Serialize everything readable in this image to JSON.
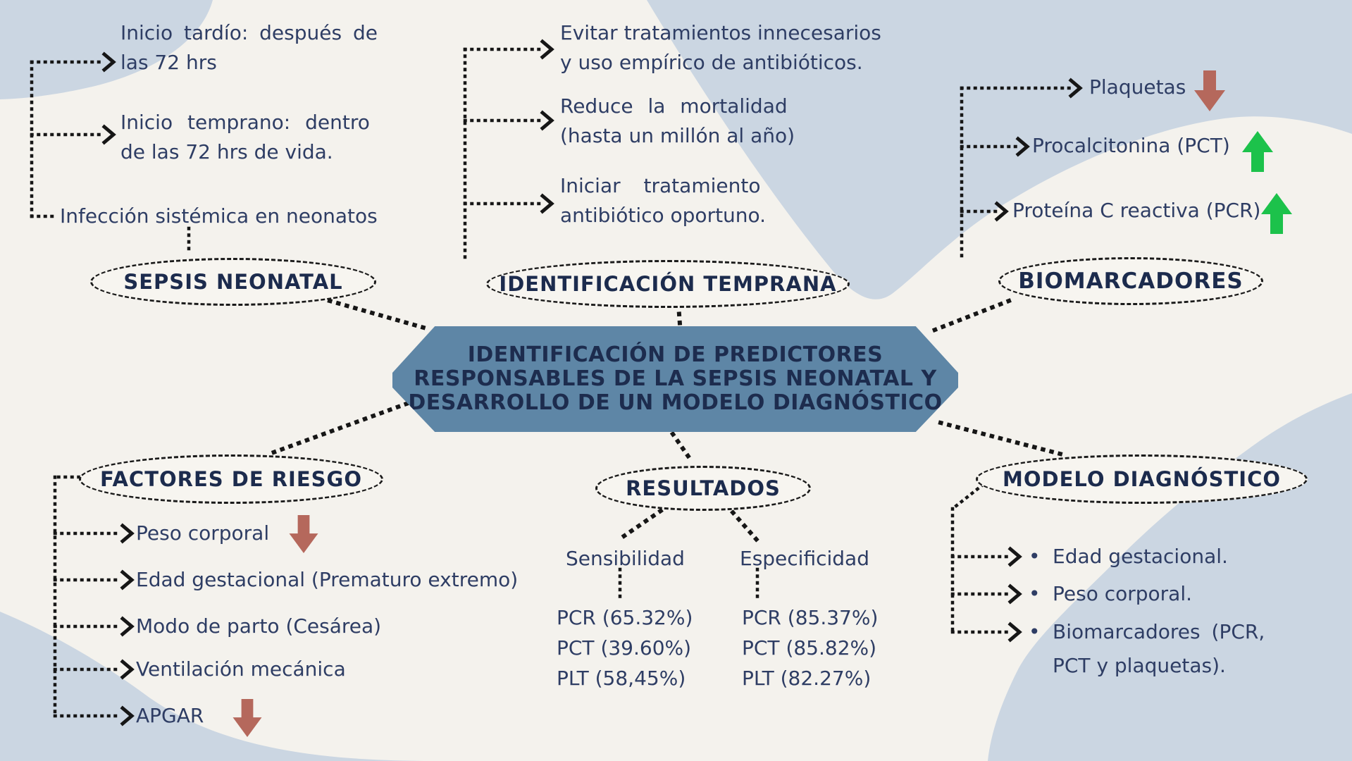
{
  "meta": {
    "kind": "mind-map infographic",
    "language": "es"
  },
  "colors": {
    "background": "#f4f2ed",
    "blob": "#cbd6e2",
    "hexagon_fill": "#5e86a6",
    "heading_text": "#1c2b4d",
    "body_text": "#2e3d64",
    "connector": "#161616",
    "trend_up": "#1cc24b",
    "trend_down": "#b5685c"
  },
  "center": {
    "title_line1": "IDENTIFICACIÓN DE PREDICTORES",
    "title_line2": "RESPONSABLES DE LA SEPSIS NEONATAL Y",
    "title_line3": "DESARROLLO DE UN MODELO DIAGNÓSTICO"
  },
  "bullet": "•",
  "nodes": {
    "sepsis": {
      "label": "SEPSIS NEONATAL",
      "items": [
        {
          "lines": [
            "Inicio tardío: después de",
            "las 72 hrs"
          ]
        },
        {
          "lines": [
            "Inicio temprano: dentro",
            "de las 72 hrs de vida."
          ]
        },
        {
          "lines": [
            "Infección sistémica en neonatos"
          ]
        }
      ]
    },
    "identificacion": {
      "label": "IDENTIFICACIÓN TEMPRANA",
      "items": [
        {
          "lines": [
            "Evitar tratamientos innecesarios",
            "y uso empírico de antibióticos."
          ]
        },
        {
          "lines": [
            "Reduce la mortalidad",
            "(hasta un millón al año)"
          ]
        },
        {
          "lines": [
            "Iniciar tratamiento",
            "antibiótico oportuno."
          ]
        }
      ]
    },
    "biomarcadores": {
      "label": "BIOMARCADORES",
      "items": [
        {
          "text": "Plaquetas",
          "trend": "down"
        },
        {
          "text": "Procalcitonina (PCT)",
          "trend": "up"
        },
        {
          "text": "Proteína C reactiva (PCR)",
          "trend": "up"
        }
      ]
    },
    "factores": {
      "label": "FACTORES DE RIESGO",
      "items": [
        {
          "text": "Peso corporal",
          "trend": "down"
        },
        {
          "text": "Edad gestacional (Prematuro extremo)",
          "trend": "none"
        },
        {
          "text": "Modo de parto (Cesárea)",
          "trend": "none"
        },
        {
          "text": "Ventilación mecánica",
          "trend": "none"
        },
        {
          "text": "APGAR",
          "trend": "down"
        }
      ]
    },
    "resultados": {
      "label": "RESULTADOS",
      "columns": [
        {
          "title": "Sensibilidad",
          "values": [
            "PCR (65.32%)",
            "PCT (39.60%)",
            "PLT (58,45%)"
          ]
        },
        {
          "title": "Especificidad",
          "values": [
            "PCR (85.37%)",
            "PCT (85.82%)",
            "PLT (82.27%)"
          ]
        }
      ]
    },
    "modelo": {
      "label": "MODELO DIAGNÓSTICO",
      "items": [
        {
          "lines": [
            "Edad gestacional."
          ]
        },
        {
          "lines": [
            "Peso corporal."
          ]
        },
        {
          "lines": [
            "Biomarcadores (PCR,",
            "PCT y plaquetas)."
          ]
        }
      ]
    }
  }
}
